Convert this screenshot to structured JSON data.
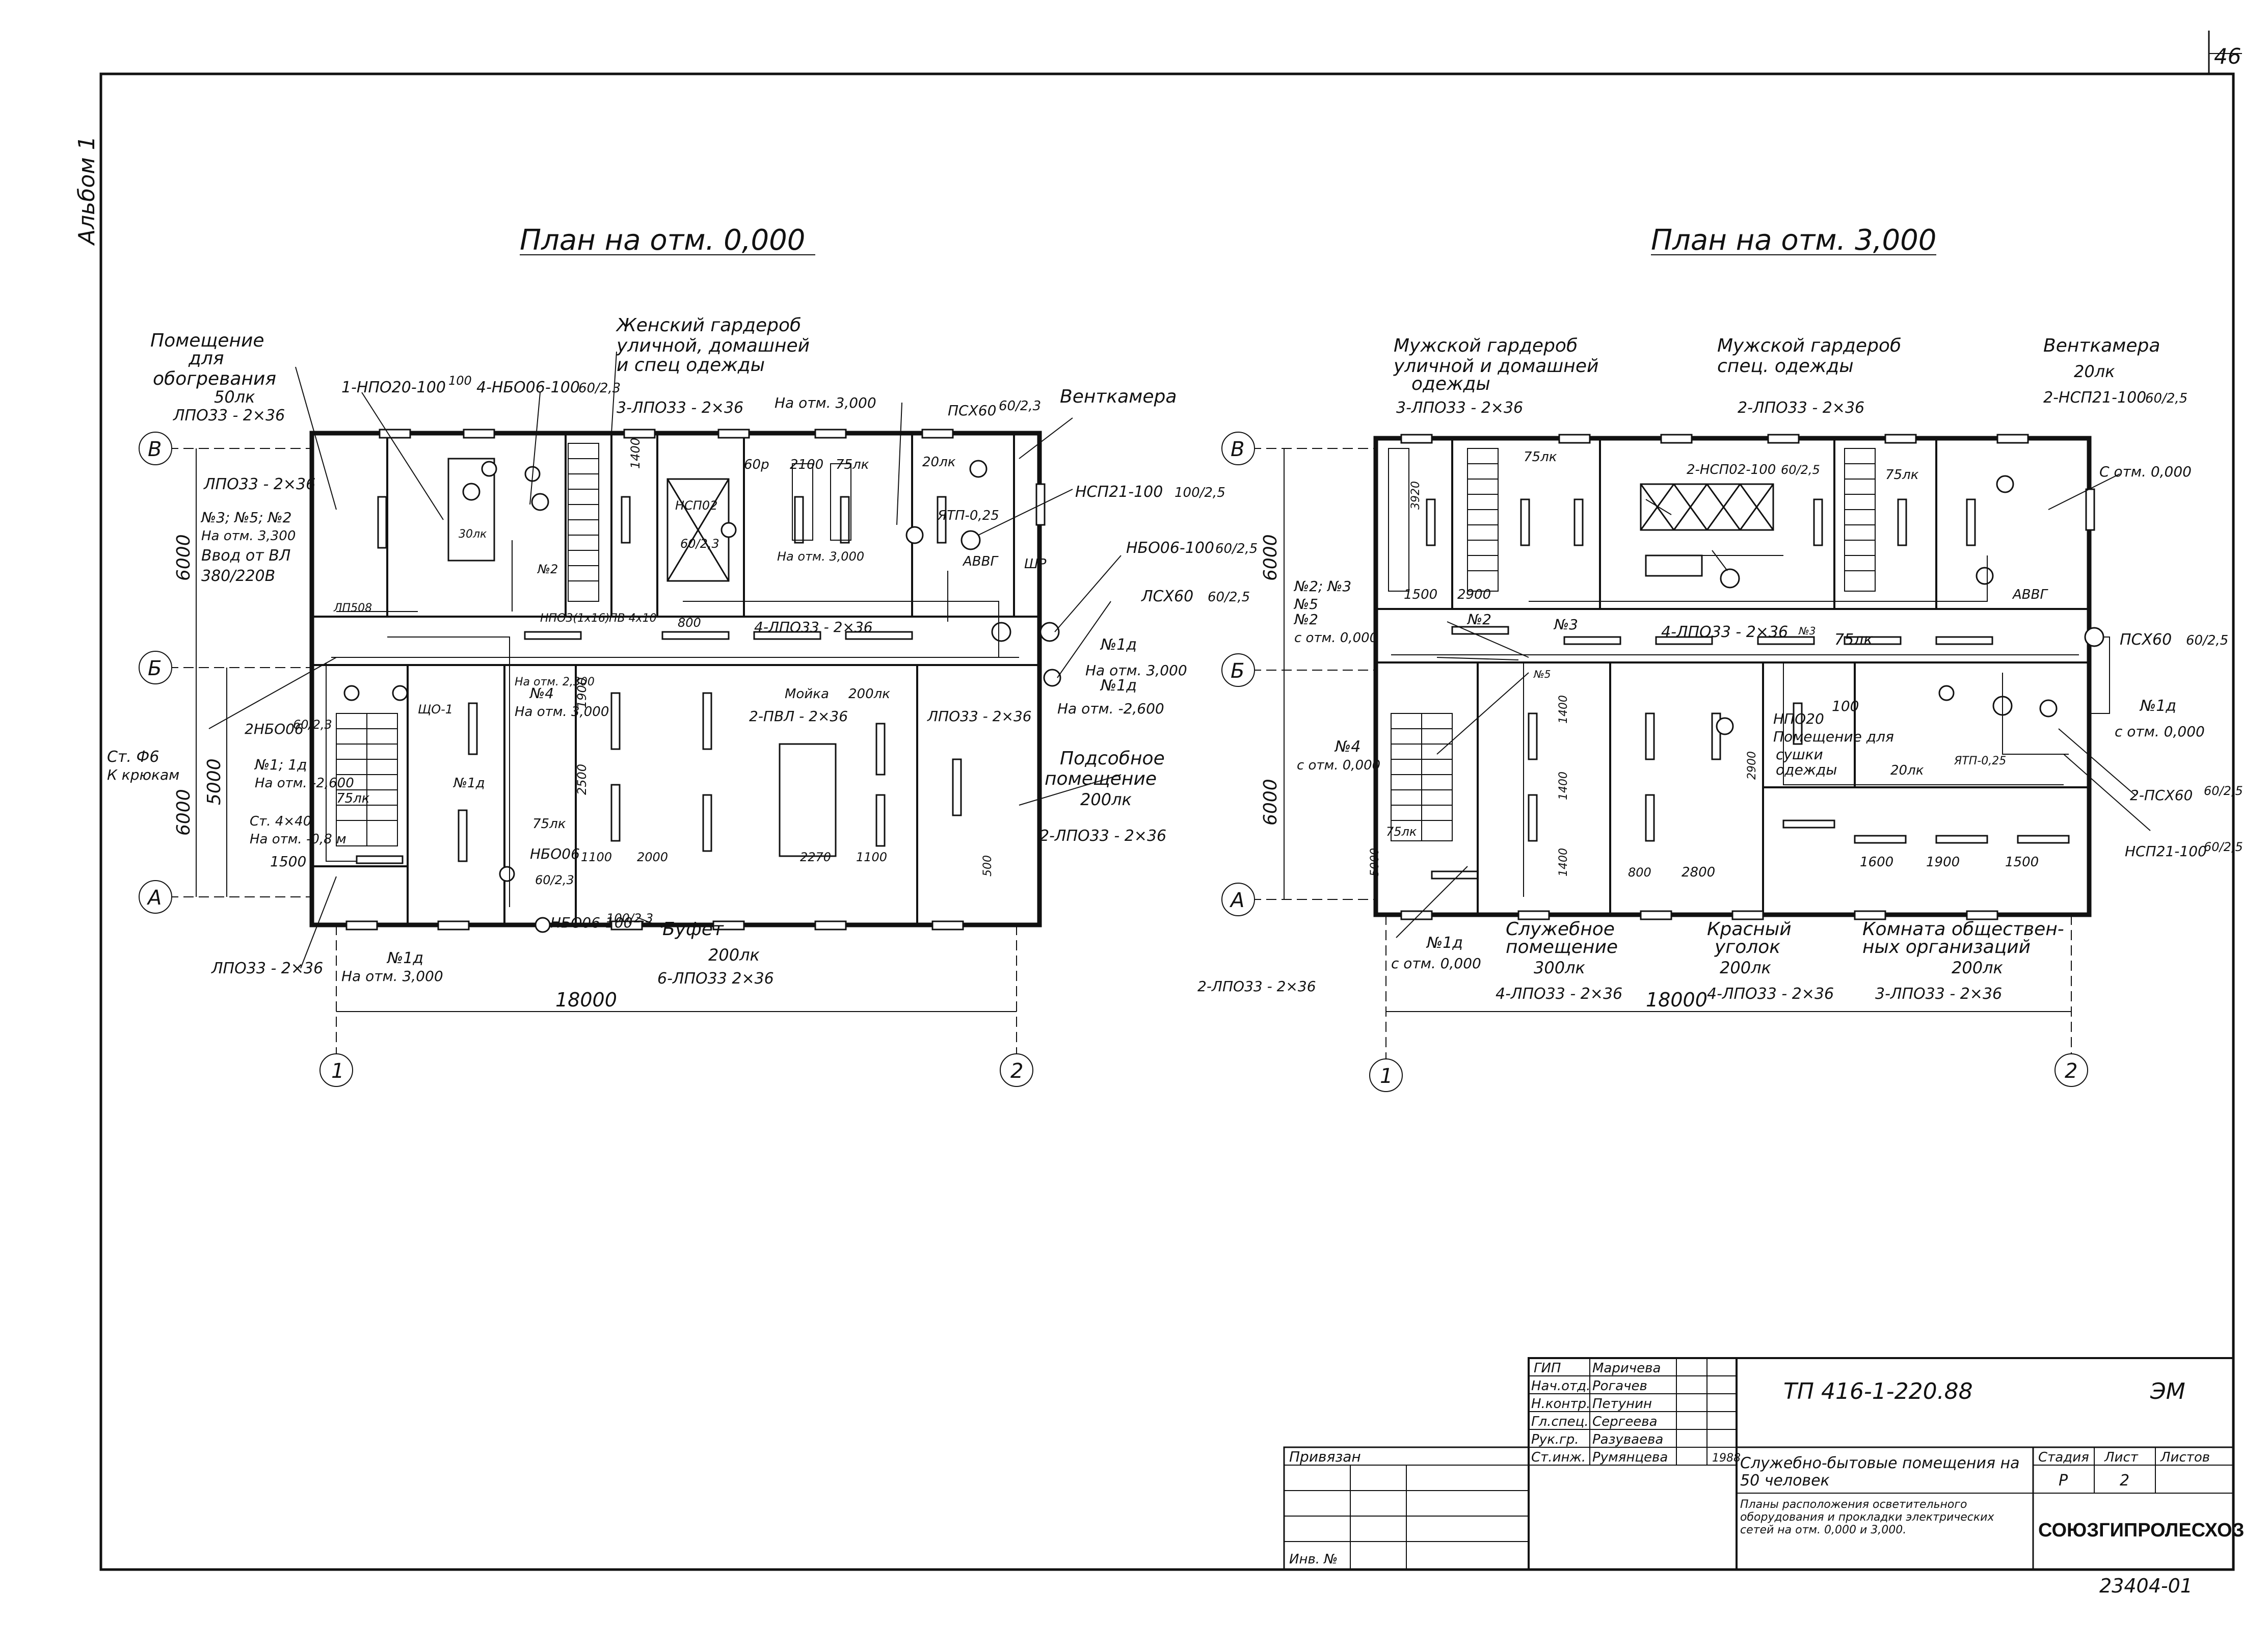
{
  "sheet_number": "46",
  "side_stamp": "Альбом 1",
  "left_plan": {
    "title": "План на отм. 0,000",
    "axes": {
      "row_b": "В",
      "row_m": "Б",
      "row_a": "А",
      "col_1": "1",
      "col_2": "2"
    },
    "dims": {
      "total_width": "18000",
      "dim_6000_top": "6000",
      "dim_5000": "5000",
      "dim_6000_bottom": "6000"
    },
    "rooms": {
      "warming_room": [
        "Помещение",
        "для",
        "обогревания",
        "50лк"
      ],
      "women_wardrobe": [
        "Женский гардероб",
        "уличной, домашней",
        "и спец одежды"
      ],
      "ventkamera": "Венткамера",
      "utility_room": [
        "Подсобное",
        "помещение",
        "200лк"
      ],
      "buffet": [
        "Буфет",
        "200лк"
      ]
    },
    "labels": {
      "l_lpo33_top": "ЛПО33 - 2×36",
      "l_lpo33_2": "ЛПО33 - 2×36",
      "l_npo20": "1-НПО20-100",
      "l_npo20_sup": "100",
      "l_nbo06_top": "4-НБО06-100",
      "l_nbo06_frac": "60/2,3",
      "l_3lpo33": "3-ЛПО33 - 2×36",
      "l_na_otm_3000": "На отм. 3,000",
      "l_psx60_top": "ПСХ60",
      "l_psx60_frac": "60/2,3",
      "l_n3_n5": "№3; №5; №2",
      "l_na_otm_3300": "На отм. 3,300",
      "l_vvod": "Ввод от ВЛ",
      "l_380": "380/220В",
      "l_nsp21": "НСП21-100",
      "l_nsp21_frac": "100/2,5",
      "l_nbo06_r": "НБО06-100",
      "l_nbo06_r_frac": "60/2,5",
      "l_lsx60": "ЛСХ60",
      "l_lsx60_frac": "60/2,5",
      "l_n1d_r": "№1д",
      "l_na_otm_3000_r": "На отм. 3,000",
      "l_n1d_r2": "№1д",
      "l_na_otm_2600_r": "На отм. -2,600",
      "l_st_f6": "Ст. Ф6",
      "l_k_kryukam": "К крюкам",
      "l_2nbo06": "2НБО06",
      "l_2nbo06_frac": "60/2,3",
      "l_n1_1d": "№1; 1д",
      "l_na_otm_2600": "На отм. -2,600",
      "l_st4x40": "Ст. 4×40",
      "l_na_otm_08": "На отм. -0,8 м",
      "l_1500": "1500",
      "l_n4": "№4",
      "l_na_otm_3000b": "На отм. 3,000",
      "l_nbo06_bot": "НБО06",
      "l_nbo06_bot_frac": "60/2,3",
      "l_nbo06_100": "НБО06-100",
      "l_nbo06_100_frac": "100/2,3",
      "l_lpo33_bot": "ЛПО33 - 2×36",
      "l_n1d_bot": "№1д",
      "l_na_otm_3000_bot": "На отм. 3,000",
      "l_6lpo33": "6-ЛПО33 2×36",
      "l_2lpo33": "2-ЛПО33 - 2×36",
      "l_2pvl": "2-ПВЛ - 2×36",
      "l_lpo33_mid": "ЛПО33 - 2×36",
      "l_4lpo33": "4-ЛПО33 - 2×36",
      "l_ytp": "ЯТП-0,25",
      "l_avvg": "АВВГ",
      "l_shr": "ШР",
      "l_moika": "Мойка",
      "l_200lk": "200лк",
      "l_75lk_a": "75лк",
      "l_75lk_b": "75лк",
      "l_75lk_c": "75лк",
      "l_20lk": "20лк",
      "l_30lk": "30лк",
      "l_60r": "60р",
      "l_2100": "2100",
      "l_800": "800",
      "l_1400": "1400",
      "l_2500": "2500",
      "l_1900": "1900",
      "l_1100a": "1100",
      "l_2000": "2000",
      "l_2270": "2270",
      "l_1100b": "1100",
      "l_500": "500",
      "l_nsp02": "НСП02",
      "l_60_23": "60/2,3",
      "l_shcho1": "ЩО-1",
      "l_n1d_c": "№1д",
      "l_lp508": "ЛП508",
      "l_npo3": "НПО3(1х16)",
      "l_pv4x10": "ПВ 4х10",
      "l_na_otm_3000c": "На отм. 3,000",
      "l_na_otm_2300": "На отм. 2,300",
      "l_n2": "№2"
    }
  },
  "right_plan": {
    "title": "План на отм. 3,000",
    "axes": {
      "row_b": "В",
      "row_m": "Б",
      "row_a": "А",
      "col_1": "1",
      "col_2": "2"
    },
    "dims": {
      "total_width": "18000",
      "dim_6000_top": "6000",
      "dim_6000_bottom": "6000"
    },
    "rooms": {
      "men_street": [
        "Мужской гардероб",
        "уличной и домашней",
        "одежды"
      ],
      "men_spec": [
        "Мужской гардероб",
        "спец. одежды"
      ],
      "ventkamera": [
        "Венткамера",
        "20лк"
      ],
      "service_room": [
        "Служебное",
        "помещение",
        "300лк"
      ],
      "red_corner": [
        "Красный",
        "уголок",
        "200лк"
      ],
      "public_org": [
        "Комната обществен-",
        "ных организаций",
        "200лк"
      ],
      "drying": [
        "НПО20",
        "Помещение для",
        "сушки",
        "одежды",
        "20лк"
      ]
    },
    "labels": {
      "r_3lpo33": "3-ЛПО33 - 2×36",
      "r_2lpo33": "2-ЛПО33 - 2×36",
      "r_2nsp21": "2-НСП21-100",
      "r_2nsp21_frac": "60/2,5",
      "r_s_otm": "С отм. 0,000",
      "r_2nsp02": "2-НСП02-100",
      "r_2nsp02_frac": "60/2,5",
      "r_n3": "№3",
      "r_n5": "№5",
      "r_n2_s": "№2",
      "r_s_otm_0": "с отм. 0,000",
      "r_n2": "№2",
      "r_n3b": "№3",
      "r_4lpo33": "4-ЛПО33 - 2×36",
      "r_75lk": "75лк",
      "r_75lk_b": "75лк",
      "r_75lk_c": "75лк",
      "r_75lk_d": "75лк",
      "r_psx60": "ПСХ60",
      "r_psx60_frac": "60/2,5",
      "r_n1d": "№1д",
      "r_s_otm_0b": "с отм. 0,000",
      "r_2psx60": "2-ПСХ60",
      "r_2psx60_frac": "60/2,5",
      "r_nsp21": "НСП21-100",
      "r_nsp21_frac": "60/2,5",
      "r_n4": "№4",
      "r_s_otm_n4": "с отм. 0,000",
      "r_2lpo33_l": "2-ЛПО33 - 2×36",
      "r_n1d_b": "№1д",
      "r_s_otm_n1": "с отм. 0,000",
      "r_4lpo33_b": "4-ЛПО33 - 2×36",
      "r_4lpo33_c": "4-ЛПО33 - 2×36",
      "r_3lpo33_b": "3-ЛПО33 - 2×36",
      "r_avvg": "АВВГ",
      "r_ytp": "ЯТП-0,25",
      "r_100": "100",
      "r_1500a": "1500",
      "r_2900": "2900",
      "r_1400a": "1400",
      "r_1400b": "1400",
      "r_1400c": "1400",
      "r_800": "800",
      "r_2800": "2800",
      "r_2900b": "2900",
      "r_1600": "1600",
      "r_1900": "1900",
      "r_1500b": "1500",
      "r_3920": "3920",
      "r_5000": "5000",
      "r_n2_n3": "№2; №3"
    }
  },
  "title_block": {
    "roles": [
      "ГИП",
      "Нач.отд.",
      "Н.контр.",
      "Гл.спец.",
      "Рук.гр.",
      "Ст.инж."
    ],
    "names": [
      "Маричева",
      "Рогачев",
      "Петунин",
      "Сергеева",
      "Разуваева",
      "Румянцева"
    ],
    "year": "1988",
    "doc_code": "ТП 416-1-220.88",
    "mark": "ЭМ",
    "privyazan": "Привязан",
    "inv_no": "Инв. №",
    "object_name": "Служебно-бытовые помещения на 50 человек",
    "stage_label": "Стадия",
    "sheet_label": "Лист",
    "sheets_label": "Листов",
    "stage_value": "Р",
    "sheet_value": "2",
    "sheet_desc": "Планы расположения осветительного оборудования и прокладки электрических сетей на отм. 0,000 и 3,000.",
    "org": "СОЮЗГИПРОЛЕСХОЗ",
    "archive_no": "23404-01"
  }
}
